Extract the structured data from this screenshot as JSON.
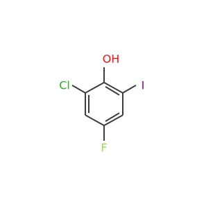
{
  "molecule": {
    "atoms": {
      "oh": {
        "label": "OH",
        "color": "#ff0d0d"
      },
      "cl": {
        "label": "Cl",
        "color": "#1fb51f"
      },
      "i": {
        "label": "I",
        "color": "#940094"
      },
      "f": {
        "label": "F",
        "color": "#90e050"
      }
    },
    "bond_color": "#3c3c3c"
  }
}
